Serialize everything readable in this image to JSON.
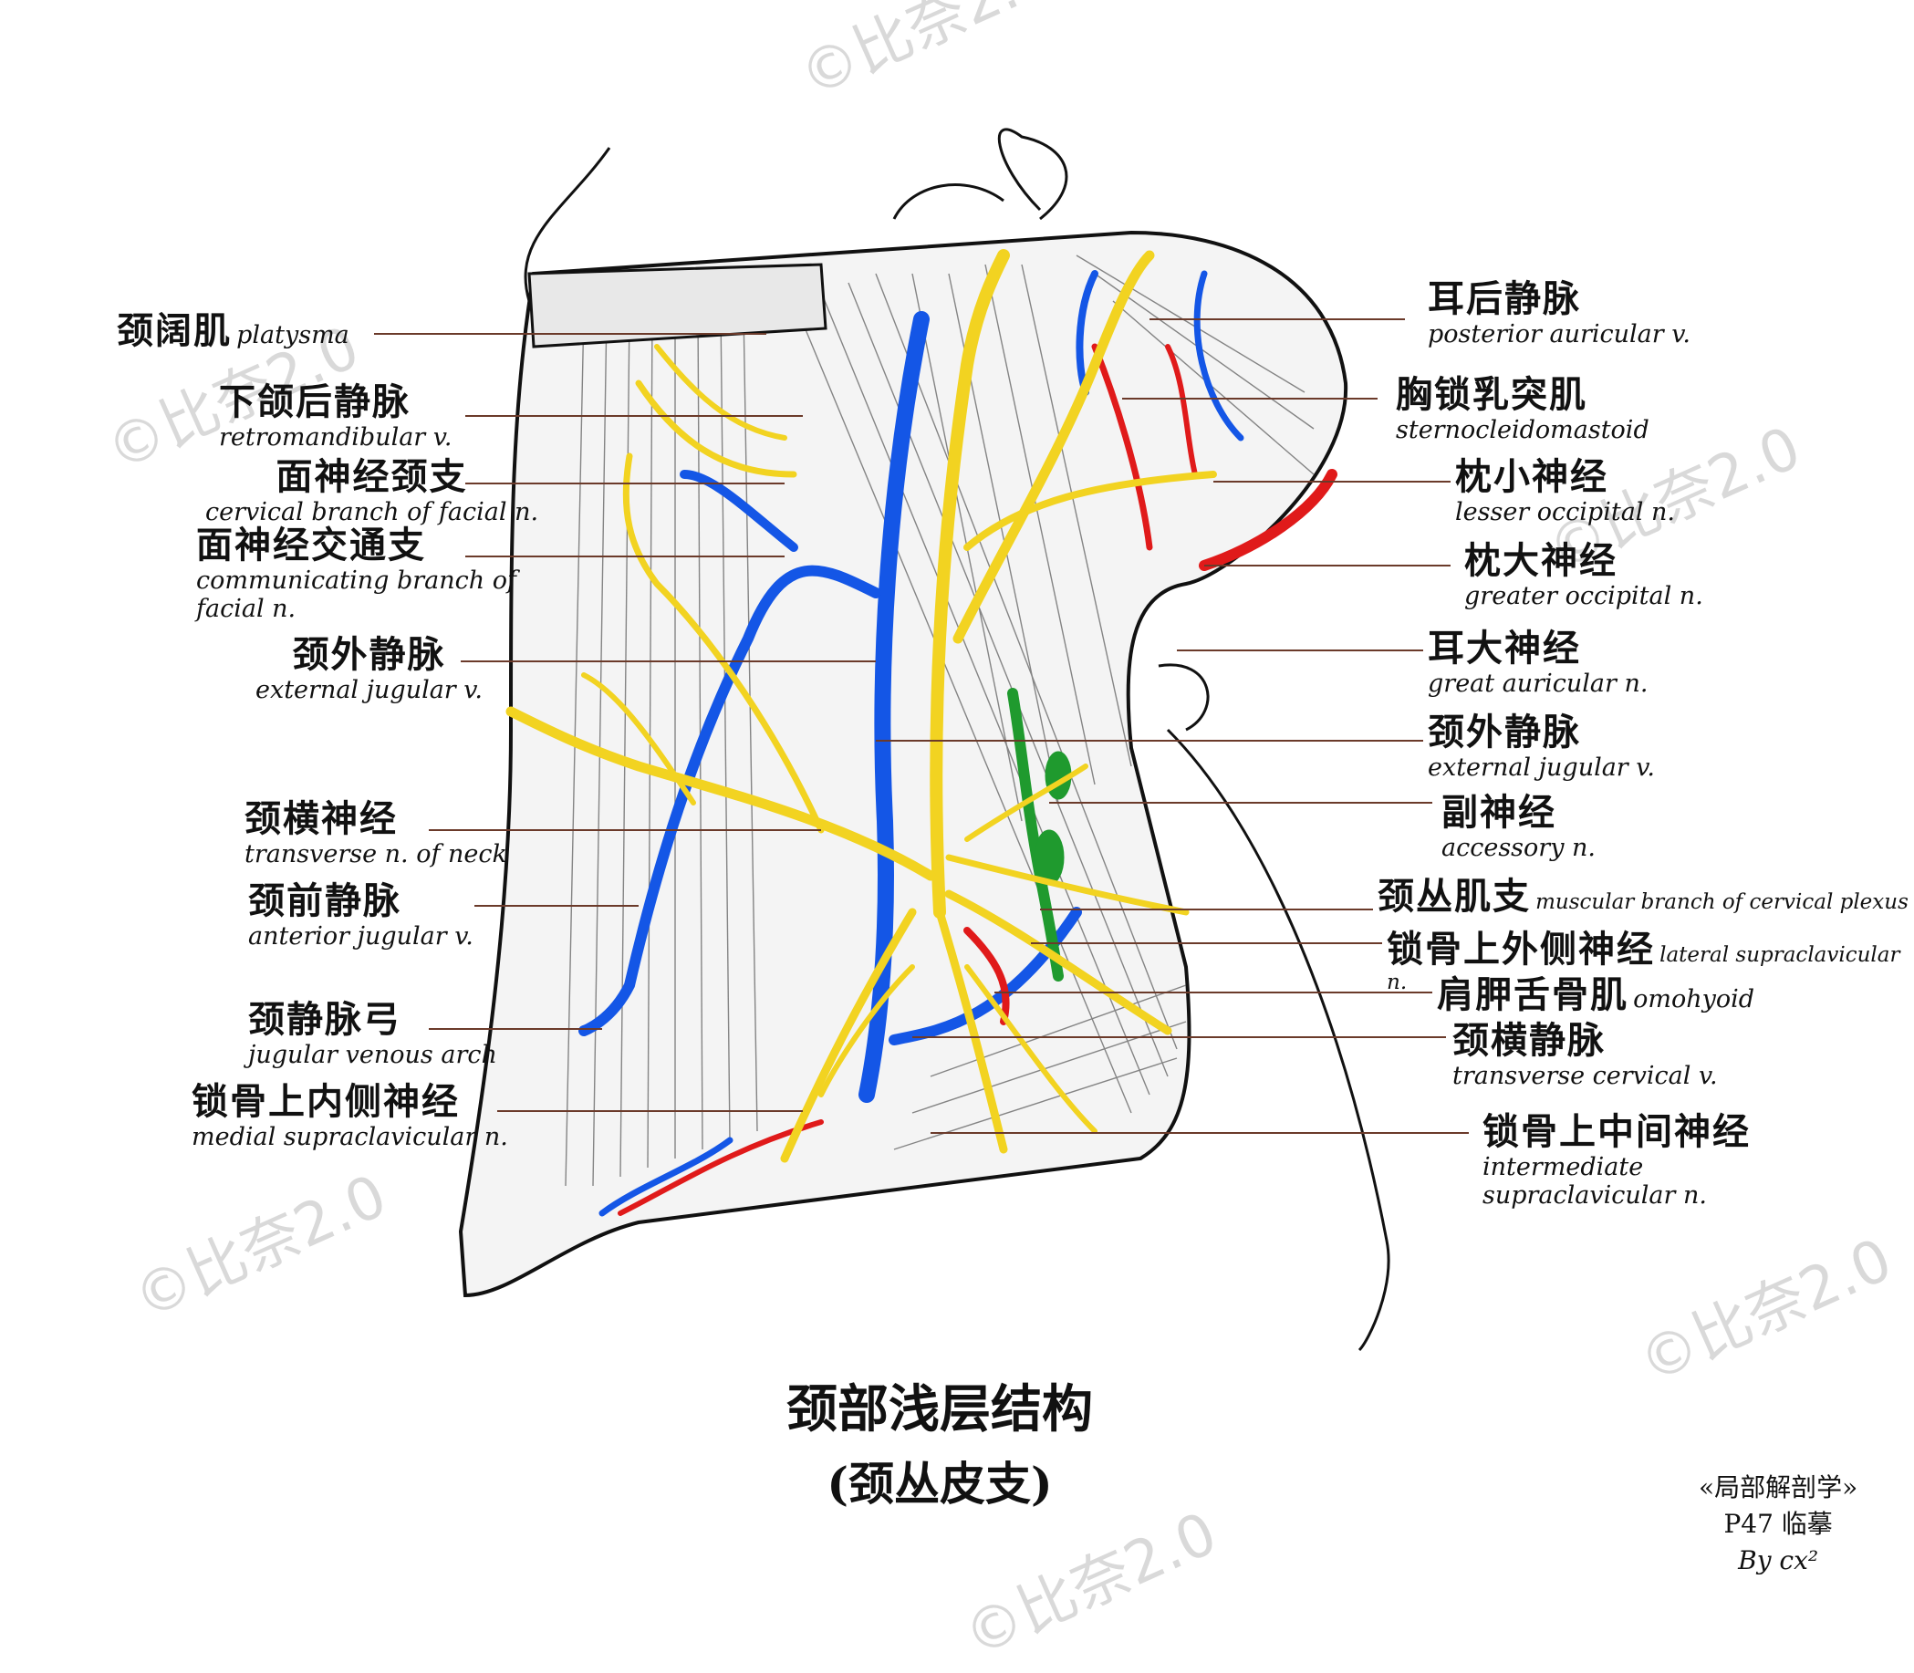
{
  "colors": {
    "nerve": "#f2d321",
    "vein": "#1456e6",
    "artery": "#e01a1a",
    "accessory_nerve": "#1f9a2e",
    "leader_line": "#6b3a2a",
    "outline": "#111111"
  },
  "labels_left": [
    {
      "zh": "颈阔肌",
      "en": "platysma"
    },
    {
      "zh": "下颌后静脉",
      "en": "retromandibular v."
    },
    {
      "zh": "面神经颈支",
      "en": "cervical branch of facial n."
    },
    {
      "zh": "面神经交通支",
      "en": "communicating branch of facial n."
    },
    {
      "zh": "颈外静脉",
      "en": "external jugular v."
    },
    {
      "zh": "颈横神经",
      "en": "transverse n. of neck"
    },
    {
      "zh": "颈前静脉",
      "en": "anterior jugular v."
    },
    {
      "zh": "颈静脉弓",
      "en": "jugular venous arch"
    },
    {
      "zh": "锁骨上内侧神经",
      "en": "medial supraclavicular n."
    }
  ],
  "labels_right": [
    {
      "zh": "耳后静脉",
      "en": "posterior auricular v."
    },
    {
      "zh": "胸锁乳突肌",
      "en": "sternocleidomastoid"
    },
    {
      "zh": "枕小神经",
      "en": "lesser occipital n."
    },
    {
      "zh": "枕大神经",
      "en": "greater occipital n."
    },
    {
      "zh": "耳大神经",
      "en": "great auricular n."
    },
    {
      "zh": "颈外静脉",
      "en": "external jugular v."
    },
    {
      "zh": "副神经",
      "en": "accessory n."
    },
    {
      "zh": "颈丛肌支",
      "en": "muscular branch of cervical plexus"
    },
    {
      "zh": "锁骨上外侧神经",
      "en": "lateral supraclavicular n."
    },
    {
      "zh": "肩胛舌骨肌",
      "en": "omohyoid"
    },
    {
      "zh": "颈横静脉",
      "en": "transverse cervical v."
    },
    {
      "zh": "锁骨上中间神经",
      "en": "intermediate supraclavicular n."
    }
  ],
  "title": {
    "line1": "颈部浅层结构",
    "line2": "(颈丛皮支)"
  },
  "credit": {
    "book": "«局部解剖学»",
    "page": "P47 临摹",
    "author": "By cx²"
  },
  "watermark": "©比奈2.0"
}
